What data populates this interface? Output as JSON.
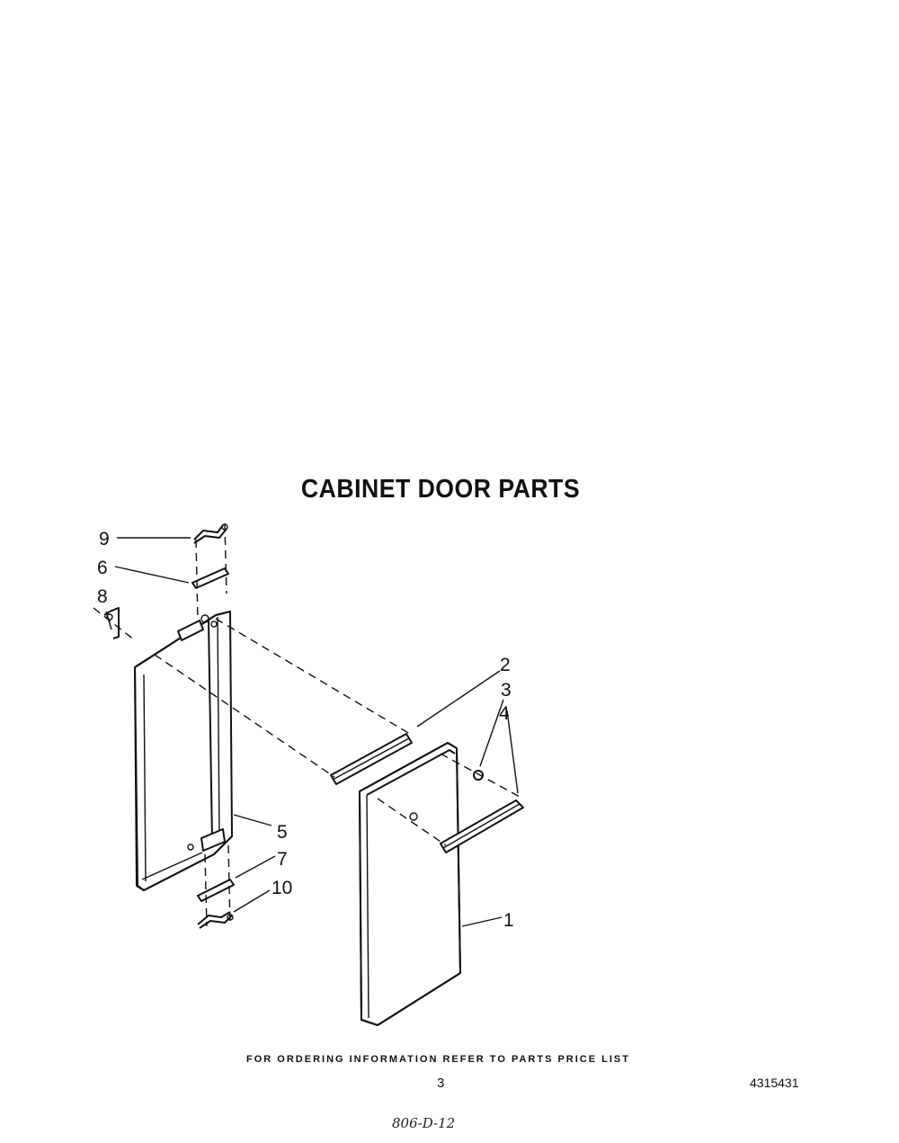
{
  "title": "CABINET DOOR PARTS",
  "callouts": [
    {
      "id": "1",
      "label": "1"
    },
    {
      "id": "2",
      "label": "2"
    },
    {
      "id": "3",
      "label": "3"
    },
    {
      "id": "4",
      "label": "4"
    },
    {
      "id": "5",
      "label": "5"
    },
    {
      "id": "6",
      "label": "6"
    },
    {
      "id": "7",
      "label": "7"
    },
    {
      "id": "8",
      "label": "8"
    },
    {
      "id": "9",
      "label": "9"
    },
    {
      "id": "10",
      "label": "10"
    }
  ],
  "footer": {
    "ordering_note": "FOR ORDERING INFORMATION REFER TO PARTS PRICE LIST",
    "page_number": "3",
    "document_number": "4315431",
    "handwritten_note": "806-D-12"
  }
}
